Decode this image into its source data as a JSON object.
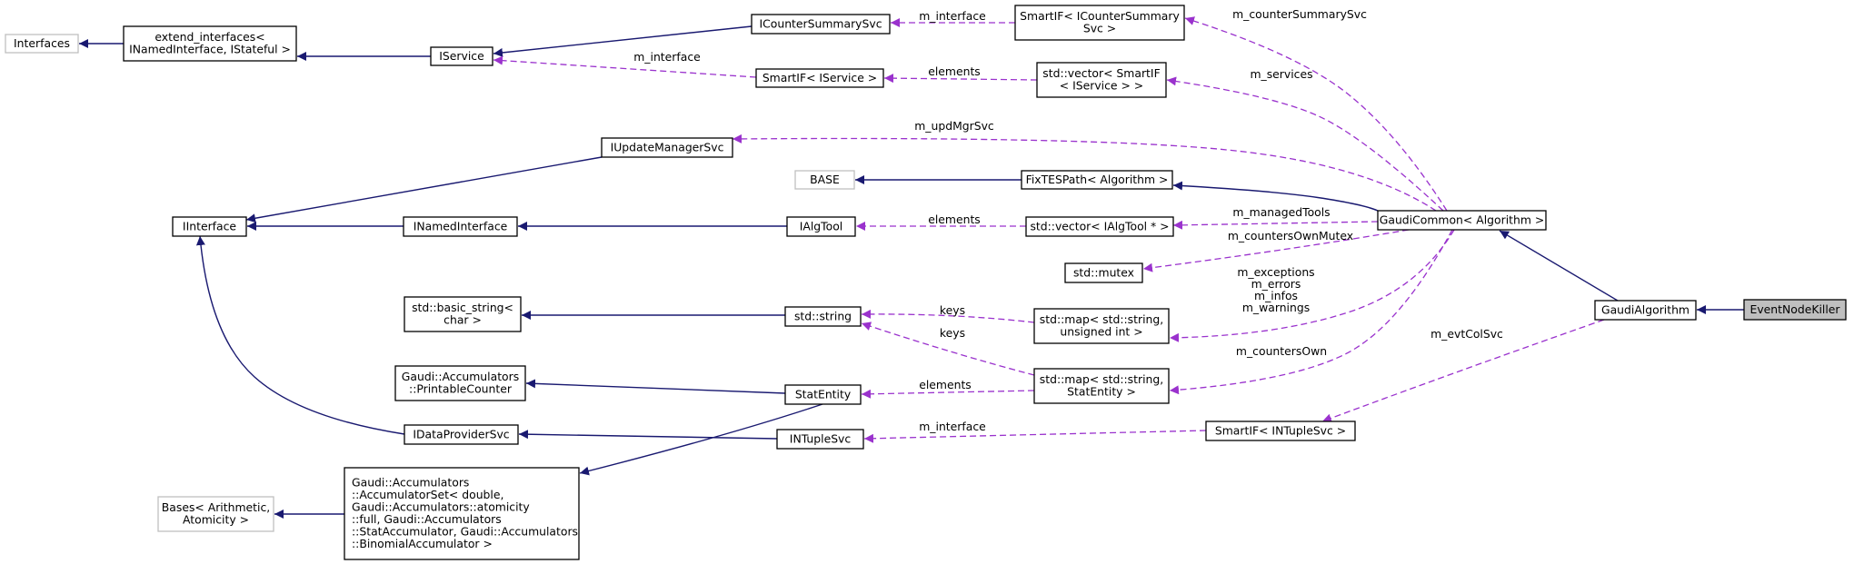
{
  "diagram": {
    "nodes": [
      {
        "id": "interfaces",
        "lines": [
          "Interfaces"
        ],
        "style": "grey"
      },
      {
        "id": "extend_interfaces",
        "lines": [
          "extend_interfaces<",
          "INamedInterface, IStateful >"
        ]
      },
      {
        "id": "iservice",
        "lines": [
          "IService"
        ]
      },
      {
        "id": "icountersummarysvc",
        "lines": [
          "ICounterSummarySvc"
        ]
      },
      {
        "id": "smartif_icountersummary",
        "lines": [
          "SmartIF< ICounterSummary",
          "Svc >"
        ]
      },
      {
        "id": "smartif_iservice",
        "lines": [
          "SmartIF< IService >"
        ]
      },
      {
        "id": "vector_smartif",
        "lines": [
          "std::vector< SmartIF",
          "< IService > >"
        ]
      },
      {
        "id": "iupdatemanagersvc",
        "lines": [
          "IUpdateManagerSvc"
        ]
      },
      {
        "id": "base",
        "lines": [
          "BASE"
        ],
        "style": "grey"
      },
      {
        "id": "fixtespath",
        "lines": [
          "FixTESPath< Algorithm >"
        ]
      },
      {
        "id": "iinterface",
        "lines": [
          "IInterface"
        ]
      },
      {
        "id": "inamedinterface",
        "lines": [
          "INamedInterface"
        ]
      },
      {
        "id": "ialgtool",
        "lines": [
          "IAlgTool"
        ]
      },
      {
        "id": "vector_ialgtool",
        "lines": [
          "std::vector< IAlgTool * >"
        ]
      },
      {
        "id": "gaudicommon",
        "lines": [
          "GaudiCommon< Algorithm >"
        ]
      },
      {
        "id": "mutex",
        "lines": [
          "std::mutex"
        ]
      },
      {
        "id": "basic_string",
        "lines": [
          "std::basic_string<",
          "char >"
        ]
      },
      {
        "id": "std_string",
        "lines": [
          "std::string"
        ]
      },
      {
        "id": "map_uint",
        "lines": [
          "std::map< std::string,",
          "unsigned int >"
        ]
      },
      {
        "id": "gaudialgorithm",
        "lines": [
          "GaudiAlgorithm"
        ]
      },
      {
        "id": "eventnodekiller",
        "lines": [
          "EventNodeKiller"
        ],
        "style": "highlight"
      },
      {
        "id": "printablecounter",
        "lines": [
          "Gaudi::Accumulators",
          "::PrintableCounter"
        ]
      },
      {
        "id": "statentity",
        "lines": [
          "StatEntity"
        ]
      },
      {
        "id": "map_statentity",
        "lines": [
          "std::map< std::string,",
          "StatEntity >"
        ]
      },
      {
        "id": "idataprovidersvc",
        "lines": [
          "IDataProviderSvc"
        ]
      },
      {
        "id": "intuplesvc",
        "lines": [
          "INTupleSvc"
        ]
      },
      {
        "id": "smartif_intuplesvc",
        "lines": [
          "SmartIF< INTupleSvc >"
        ]
      },
      {
        "id": "bases_arith",
        "lines": [
          "Bases< Arithmetic,",
          "Atomicity >"
        ],
        "style": "grey"
      },
      {
        "id": "accumulatorset",
        "lines": [
          "Gaudi::Accumulators",
          "::AccumulatorSet< double,",
          " Gaudi::Accumulators::atomicity",
          "::full, Gaudi::Accumulators",
          "::StatAccumulator, Gaudi::Accumulators",
          "::BinomialAccumulator >"
        ],
        "align": "left"
      }
    ],
    "edges": [
      {
        "kind": "inherit",
        "from": "extend_interfaces",
        "to": "interfaces"
      },
      {
        "kind": "inherit",
        "from": "iservice",
        "to": "extend_interfaces"
      },
      {
        "kind": "inherit",
        "from": "icountersummarysvc",
        "to": "iservice"
      },
      {
        "kind": "use",
        "from": "smartif_icountersummary",
        "to": "icountersummarysvc",
        "label": "m_interface"
      },
      {
        "kind": "use",
        "from": "smartif_iservice",
        "to": "iservice",
        "label": "m_interface"
      },
      {
        "kind": "use",
        "from": "vector_smartif",
        "to": "smartif_iservice",
        "label": "elements"
      },
      {
        "kind": "use",
        "from": "gaudicommon",
        "to": "smartif_icountersummary",
        "label": "m_counterSummarySvc"
      },
      {
        "kind": "use",
        "from": "gaudicommon",
        "to": "vector_smartif",
        "label": "m_services"
      },
      {
        "kind": "use",
        "from": "gaudicommon",
        "to": "iupdatemanagersvc",
        "label": "m_updMgrSvc"
      },
      {
        "kind": "inherit",
        "from": "iupdatemanagersvc",
        "to": "iinterface"
      },
      {
        "kind": "inherit",
        "from": "fixtespath",
        "to": "base"
      },
      {
        "kind": "inherit",
        "from": "gaudicommon",
        "to": "fixtespath"
      },
      {
        "kind": "inherit",
        "from": "inamedinterface",
        "to": "iinterface"
      },
      {
        "kind": "inherit",
        "from": "ialgtool",
        "to": "inamedinterface"
      },
      {
        "kind": "use",
        "from": "vector_ialgtool",
        "to": "ialgtool",
        "label": "elements"
      },
      {
        "kind": "use",
        "from": "gaudicommon",
        "to": "vector_ialgtool",
        "label": "m_managedTools"
      },
      {
        "kind": "use",
        "from": "gaudicommon",
        "to": "mutex",
        "label": "m_countersOwnMutex"
      },
      {
        "kind": "inherit",
        "from": "std_string",
        "to": "basic_string"
      },
      {
        "kind": "use",
        "from": "map_uint",
        "to": "std_string",
        "label": "keys"
      },
      {
        "kind": "use",
        "from": "map_statentity",
        "to": "std_string",
        "label": "keys"
      },
      {
        "kind": "use",
        "from": "gaudicommon",
        "to": "map_uint",
        "label": "m_exceptions\nm_errors\nm_infos\nm_warnings"
      },
      {
        "kind": "use",
        "from": "gaudicommon",
        "to": "map_statentity",
        "label": "m_countersOwn"
      },
      {
        "kind": "inherit",
        "from": "gaudialgorithm",
        "to": "gaudicommon"
      },
      {
        "kind": "inherit",
        "from": "eventnodekiller",
        "to": "gaudialgorithm"
      },
      {
        "kind": "use",
        "from": "gaudialgorithm",
        "to": "smartif_intuplesvc",
        "label": "m_evtColSvc"
      },
      {
        "kind": "inherit",
        "from": "statentity",
        "to": "printablecounter"
      },
      {
        "kind": "use",
        "from": "map_statentity",
        "to": "statentity",
        "label": "elements"
      },
      {
        "kind": "inherit",
        "from": "idataprovidersvc",
        "to": "iinterface"
      },
      {
        "kind": "inherit",
        "from": "intuplesvc",
        "to": "idataprovidersvc"
      },
      {
        "kind": "use",
        "from": "smartif_intuplesvc",
        "to": "intuplesvc",
        "label": "m_interface"
      },
      {
        "kind": "inherit",
        "from": "statentity",
        "to": "accumulatorset"
      },
      {
        "kind": "inherit",
        "from": "accumulatorset",
        "to": "bases_arith"
      }
    ]
  }
}
